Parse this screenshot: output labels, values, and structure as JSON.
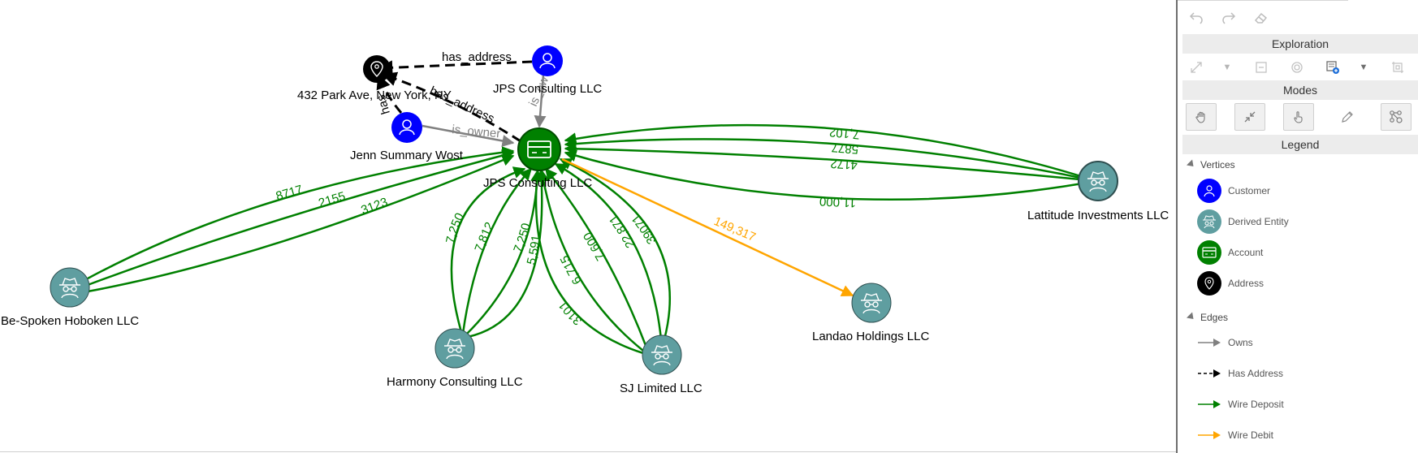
{
  "graph": {
    "nodes": [
      {
        "id": "addr",
        "label": "432 Park Ave, New York, NY",
        "type": "address"
      },
      {
        "id": "c_jps",
        "label": "JPS Consulting LLC",
        "type": "customer"
      },
      {
        "id": "c_jenn",
        "label": "Jenn Summary Wost",
        "type": "customer"
      },
      {
        "id": "acct",
        "label": "JPS Consulting LLC",
        "type": "account"
      },
      {
        "id": "lattitude",
        "label": "Lattitude Investments LLC",
        "type": "derived"
      },
      {
        "id": "bespoken",
        "label": "Be-Spoken Hoboken LLC",
        "type": "derived"
      },
      {
        "id": "harmony",
        "label": "Harmony Consulting LLC",
        "type": "derived"
      },
      {
        "id": "sj",
        "label": "SJ Limited LLC",
        "type": "derived"
      },
      {
        "id": "landao",
        "label": "Landao Holdings LLC",
        "type": "derived"
      }
    ],
    "edges": [
      {
        "from": "c_jps",
        "to": "addr",
        "type": "has_address",
        "label": "has_address"
      },
      {
        "from": "acct",
        "to": "addr",
        "type": "has_address",
        "label": "has_address"
      },
      {
        "from": "c_jenn",
        "to": "addr",
        "type": "has_address",
        "label": "has_address"
      },
      {
        "from": "c_jps",
        "to": "acct",
        "type": "owns",
        "label": "is_owner"
      },
      {
        "from": "c_jenn",
        "to": "acct",
        "type": "owns",
        "label": "is_owner"
      },
      {
        "from": "lattitude",
        "to": "acct",
        "type": "wire_deposit",
        "label": "7,102"
      },
      {
        "from": "lattitude",
        "to": "acct",
        "type": "wire_deposit",
        "label": "5877"
      },
      {
        "from": "lattitude",
        "to": "acct",
        "type": "wire_deposit",
        "label": "4172"
      },
      {
        "from": "lattitude",
        "to": "acct",
        "type": "wire_deposit",
        "label": "11,000"
      },
      {
        "from": "bespoken",
        "to": "acct",
        "type": "wire_deposit",
        "label": "8717"
      },
      {
        "from": "bespoken",
        "to": "acct",
        "type": "wire_deposit",
        "label": "2155"
      },
      {
        "from": "bespoken",
        "to": "acct",
        "type": "wire_deposit",
        "label": "3123"
      },
      {
        "from": "harmony",
        "to": "acct",
        "type": "wire_deposit",
        "label": "7,250"
      },
      {
        "from": "harmony",
        "to": "acct",
        "type": "wire_deposit",
        "label": "7,812"
      },
      {
        "from": "harmony",
        "to": "acct",
        "type": "wire_deposit",
        "label": "7,250"
      },
      {
        "from": "harmony",
        "to": "acct",
        "type": "wire_deposit",
        "label": "5,591"
      },
      {
        "from": "sj",
        "to": "acct",
        "type": "wire_deposit",
        "label": "3101"
      },
      {
        "from": "sj",
        "to": "acct",
        "type": "wire_deposit",
        "label": "6,715"
      },
      {
        "from": "sj",
        "to": "acct",
        "type": "wire_deposit",
        "label": "7,600"
      },
      {
        "from": "sj",
        "to": "acct",
        "type": "wire_deposit",
        "label": "22,871"
      },
      {
        "from": "sj",
        "to": "acct",
        "type": "wire_deposit",
        "label": "39071"
      },
      {
        "from": "acct",
        "to": "landao",
        "type": "wire_debit",
        "label": "149,317"
      }
    ]
  },
  "toolbar": {
    "undo_icon": "undo-icon",
    "redo_icon": "redo-icon",
    "clear_icon": "eraser-icon"
  },
  "panel": {
    "exploration_title": "Exploration",
    "modes_title": "Modes",
    "legend_title": "Legend",
    "vertices_title": "Vertices",
    "edges_title": "Edges",
    "vertices": [
      {
        "label": "Customer",
        "color": "#0000ff",
        "icon": "person-icon"
      },
      {
        "label": "Derived Entity",
        "color": "#5f9ea0",
        "icon": "spy-icon"
      },
      {
        "label": "Account",
        "color": "#008000",
        "icon": "card-icon"
      },
      {
        "label": "Address",
        "color": "#000000",
        "icon": "location-pin-icon"
      }
    ],
    "edges": [
      {
        "label": "Owns",
        "color": "#808080",
        "style": "solid"
      },
      {
        "label": "Has Address",
        "color": "#000000",
        "style": "dashed"
      },
      {
        "label": "Wire Deposit",
        "color": "#008000",
        "style": "solid"
      },
      {
        "label": "Wire Debit",
        "color": "#ffa500",
        "style": "solid"
      }
    ]
  },
  "colors": {
    "customer": "#0000ff",
    "derived": "#5f9ea0",
    "account": "#008000",
    "address": "#000000",
    "owns": "#808080",
    "has_address": "#000000",
    "wire_deposit": "#008000",
    "wire_debit": "#ffa500"
  }
}
